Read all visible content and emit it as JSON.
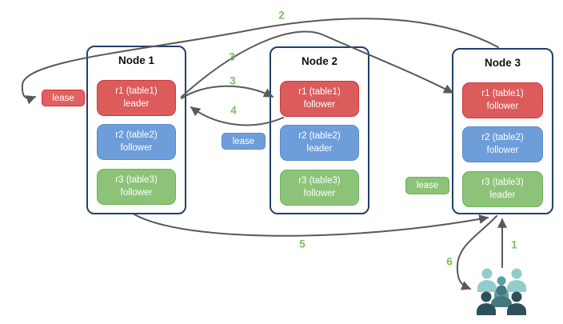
{
  "diagram": {
    "nodes": [
      {
        "title": "Node 1",
        "replicas": [
          {
            "name": "r1 (table1)",
            "role": "leader",
            "color": "#dc5b5b"
          },
          {
            "name": "r2 (table2)",
            "role": "follower",
            "color": "#6d9eda"
          },
          {
            "name": "r3 (table3)",
            "role": "follower",
            "color": "#8cc379"
          }
        ]
      },
      {
        "title": "Node 2",
        "replicas": [
          {
            "name": "r1 (table1)",
            "role": "follower",
            "color": "#dc5b5b"
          },
          {
            "name": "r2 (table2)",
            "role": "leader",
            "color": "#6d9eda"
          },
          {
            "name": "r3 (table3)",
            "role": "follower",
            "color": "#8cc379"
          }
        ]
      },
      {
        "title": "Node 3",
        "replicas": [
          {
            "name": "r1 (table1)",
            "role": "follower",
            "color": "#dc5b5b"
          },
          {
            "name": "r2 (table2)",
            "role": "follower",
            "color": "#6d9eda"
          },
          {
            "name": "r3 (table3)",
            "role": "leader",
            "color": "#8cc379"
          }
        ]
      }
    ],
    "leases": [
      {
        "label": "lease",
        "color": "#e06161"
      },
      {
        "label": "lease",
        "color": "#6d9eda"
      },
      {
        "label": "lease",
        "color": "#8cc379"
      }
    ],
    "steps": {
      "s1": "1",
      "s2": "2",
      "s3a": "3",
      "s3b": "3",
      "s4": "4",
      "s5": "5",
      "s6": "6"
    },
    "arrows": [
      {
        "step": "1",
        "from": "users",
        "to": "node-3"
      },
      {
        "step": "2",
        "from": "node-3",
        "to": "lease-r1-node-1"
      },
      {
        "step": "3",
        "from": "node-1-r1-leader",
        "to": "node-2-r1-follower"
      },
      {
        "step": "3",
        "from": "node-1-r1-leader",
        "to": "node-3-r1-follower"
      },
      {
        "step": "4",
        "from": "node-2-r1-follower",
        "to": "node-1-r1-leader"
      },
      {
        "step": "5",
        "from": "node-1",
        "to": "node-3"
      },
      {
        "step": "6",
        "from": "node-3",
        "to": "users"
      }
    ],
    "icons": {
      "users": "users-group-icon"
    },
    "colors": {
      "replica_red": "#dc5b5b",
      "replica_red_border": "#cb3a38",
      "replica_blue": "#6d9eda",
      "replica_blue_border": "#5b8bc9",
      "replica_green": "#8cc379",
      "replica_green_border": "#6fae58",
      "lease_red_border": "#e02a2a",
      "node_border": "#23406b",
      "arrow": "#595959",
      "step_label": "#7cbe5e",
      "users_light": "#93cdcb",
      "users_medium": "#57a0a4",
      "users_slate": "#447880",
      "users_dark": "#2c505b"
    }
  }
}
